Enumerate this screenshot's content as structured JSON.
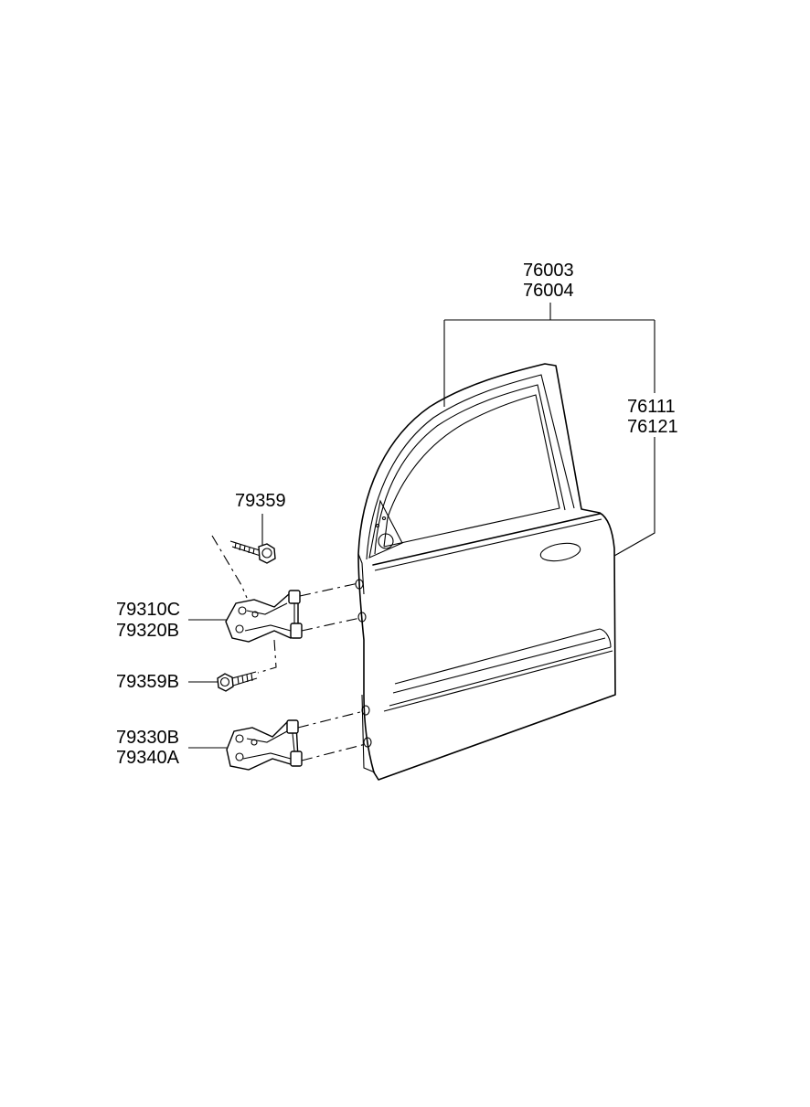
{
  "labels": {
    "door_assembly": [
      "76003",
      "76004"
    ],
    "door_panel": [
      "76111",
      "76121"
    ],
    "upper_bolt": "79359",
    "upper_hinge": [
      "79310C",
      "79320B"
    ],
    "lower_bolt": "79359B",
    "lower_hinge": [
      "79330B",
      "79340A"
    ]
  }
}
